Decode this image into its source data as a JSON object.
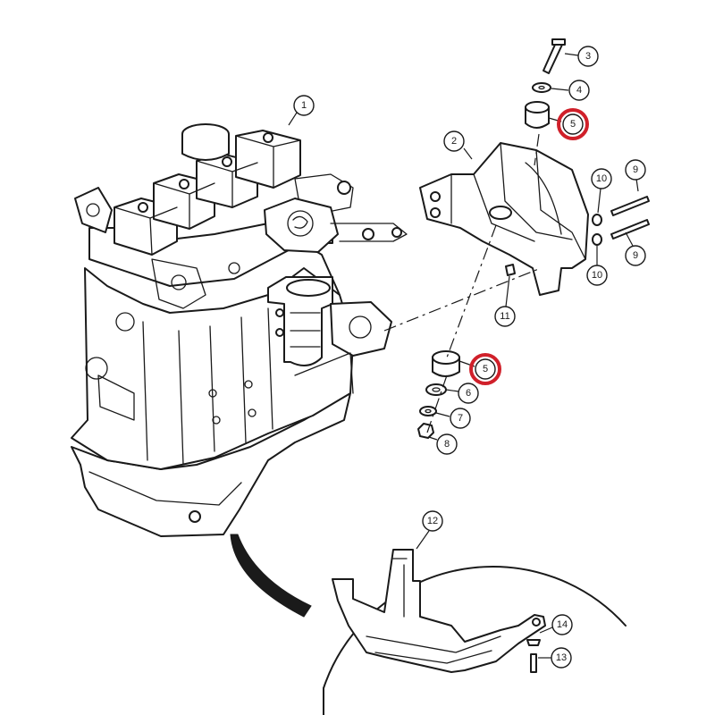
{
  "highlight_color": "#d0202a",
  "callouts": [
    {
      "label": "1",
      "highlighted": false
    },
    {
      "label": "2",
      "highlighted": false
    },
    {
      "label": "3",
      "highlighted": false
    },
    {
      "label": "4",
      "highlighted": false
    },
    {
      "label": "5",
      "highlighted": true
    },
    {
      "label": "9",
      "highlighted": false
    },
    {
      "label": "10",
      "highlighted": false
    },
    {
      "label": "10",
      "highlighted": false
    },
    {
      "label": "9",
      "highlighted": false
    },
    {
      "label": "11",
      "highlighted": false
    },
    {
      "label": "5",
      "highlighted": true
    },
    {
      "label": "6",
      "highlighted": false
    },
    {
      "label": "7",
      "highlighted": false
    },
    {
      "label": "8",
      "highlighted": false
    },
    {
      "label": "12",
      "highlighted": false
    },
    {
      "label": "14",
      "highlighted": false
    },
    {
      "label": "13",
      "highlighted": false
    }
  ]
}
